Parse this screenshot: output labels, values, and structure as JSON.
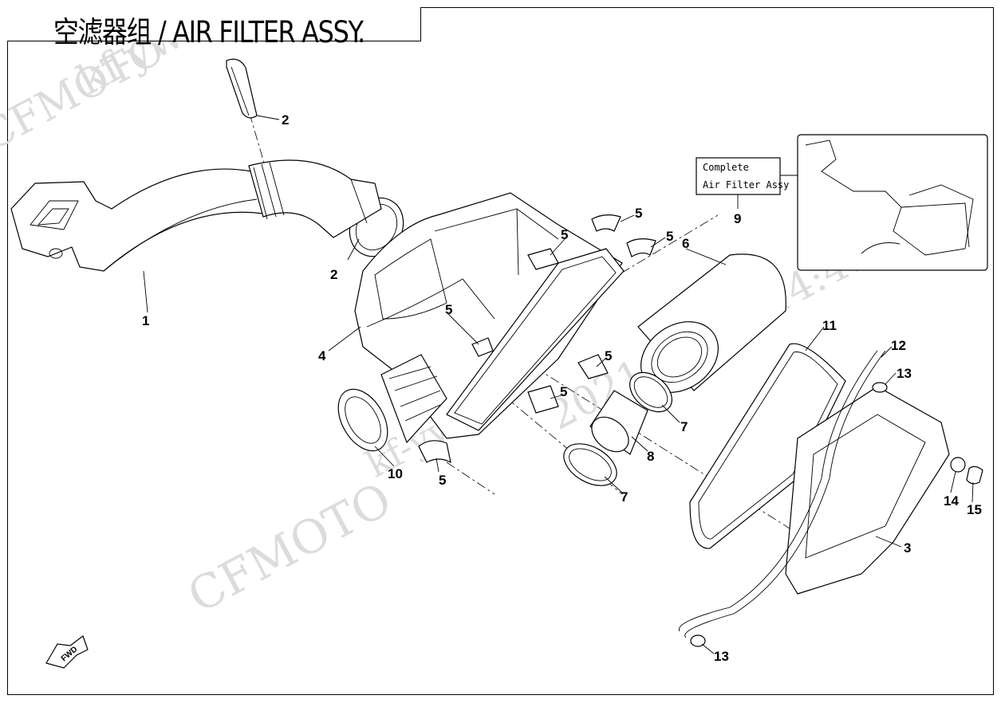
{
  "title": "空滤器组 / AIR FILTER ASSY.",
  "callouts": [
    {
      "id": "c1",
      "text": "1"
    },
    {
      "id": "c2a",
      "text": "2"
    },
    {
      "id": "c2b",
      "text": "2"
    },
    {
      "id": "c3",
      "text": "3"
    },
    {
      "id": "c4",
      "text": "4"
    },
    {
      "id": "c5a",
      "text": "5"
    },
    {
      "id": "c5b",
      "text": "5"
    },
    {
      "id": "c5c",
      "text": "5"
    },
    {
      "id": "c5d",
      "text": "5"
    },
    {
      "id": "c5e",
      "text": "5"
    },
    {
      "id": "c5f",
      "text": "5"
    },
    {
      "id": "c5g",
      "text": "5"
    },
    {
      "id": "c6",
      "text": "6"
    },
    {
      "id": "c7a",
      "text": "7"
    },
    {
      "id": "c7b",
      "text": "7"
    },
    {
      "id": "c8",
      "text": "8"
    },
    {
      "id": "c9",
      "text": "9"
    },
    {
      "id": "c10",
      "text": "10"
    },
    {
      "id": "c11",
      "text": "11"
    },
    {
      "id": "c12",
      "text": "12"
    },
    {
      "id": "c13a",
      "text": "13"
    },
    {
      "id": "c13b",
      "text": "13"
    },
    {
      "id": "c14",
      "text": "14"
    },
    {
      "id": "c15",
      "text": "15"
    }
  ],
  "complete_assy_box": {
    "line1": "Complete",
    "line2": "Air Filter Assy"
  },
  "watermarks": {
    "brand": "CFMOTO",
    "site": "kf-ywt",
    "timestamp": "2021-10-07 14:41:56"
  },
  "fwd_badge": "FWD",
  "colors": {
    "line": "#000000",
    "watermark": "#dcdcdc",
    "background": "#ffffff"
  }
}
